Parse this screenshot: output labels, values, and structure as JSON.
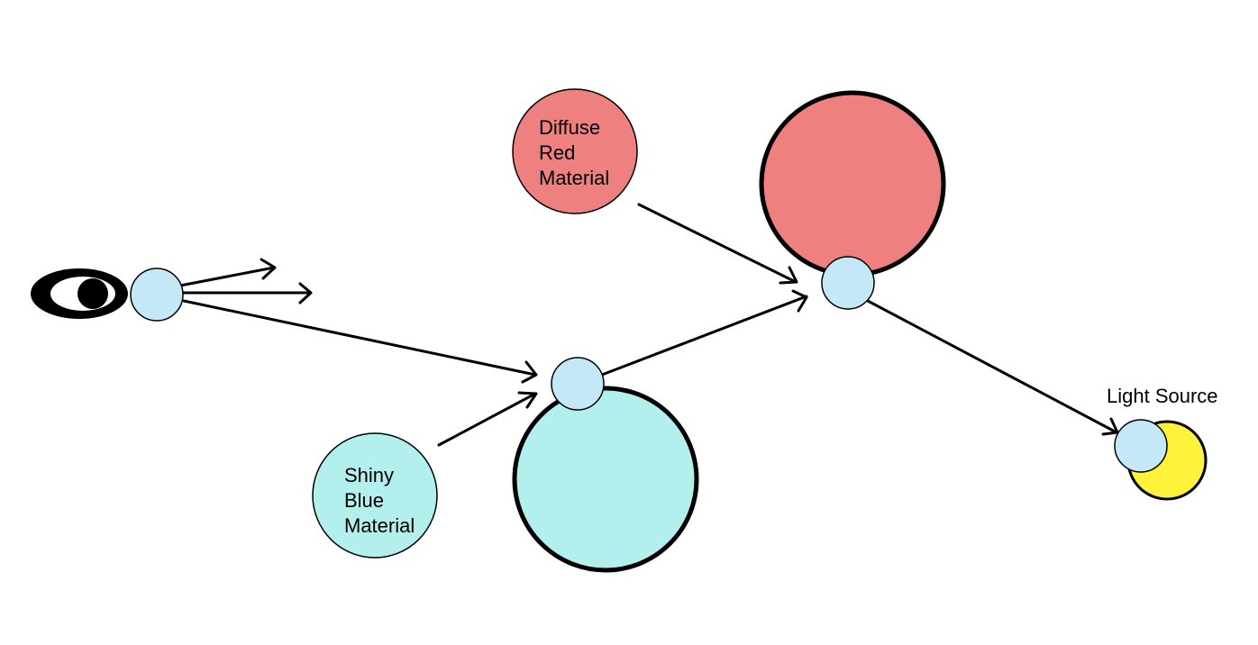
{
  "labels": {
    "diffuse_red": [
      "Diffuse",
      "Red",
      "Material"
    ],
    "shiny_blue": [
      "Shiny",
      "Blue",
      "Material"
    ],
    "light_source": "Light Source"
  },
  "colors": {
    "red_material": "#ee8080",
    "blue_material": "#b3efec",
    "ray_hit_point": "#c4e8f8",
    "light_source": "#fff23a",
    "stroke": "#000000"
  },
  "icons": {
    "viewer": "eye-icon"
  }
}
